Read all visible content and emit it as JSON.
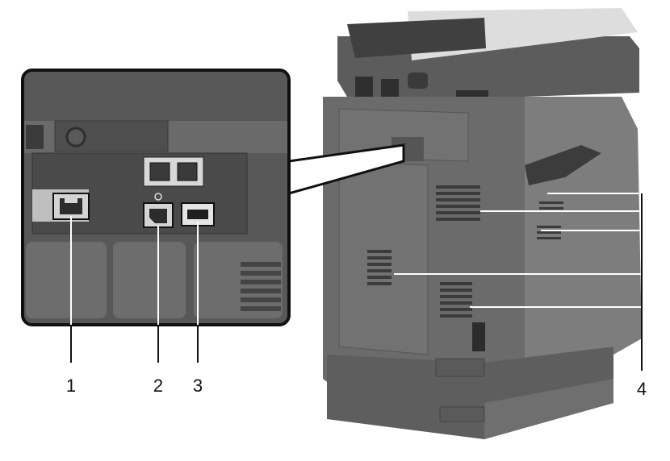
{
  "callouts": [
    {
      "id": "1",
      "label": "1"
    },
    {
      "id": "2",
      "label": "2"
    },
    {
      "id": "3",
      "label": "3"
    },
    {
      "id": "4",
      "label": "4"
    }
  ],
  "colors": {
    "body": "#6b6b6b",
    "body_dark": "#4f4f4f",
    "body_light": "#8a8a8a",
    "panel_bg": "#585858",
    "inset_frame": "#111111",
    "leader_line": "#ffffff",
    "label_text": "#111111"
  }
}
